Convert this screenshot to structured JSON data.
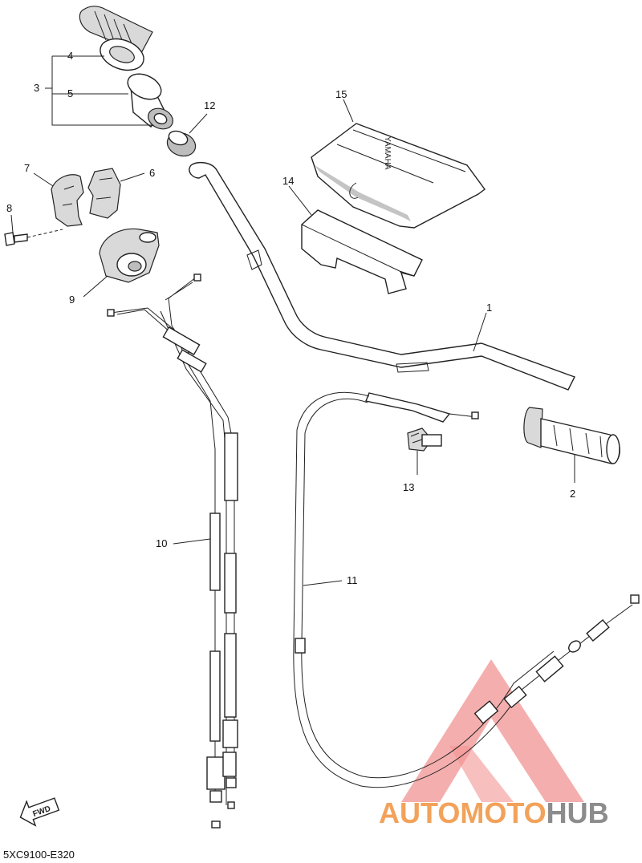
{
  "diagram_code": "5XC9100-E320",
  "fwd_label": "FWD",
  "parts": {
    "p1": "1",
    "p2": "2",
    "p3": "3",
    "p4": "4",
    "p5": "5",
    "p6": "6",
    "p7": "7",
    "p8": "8",
    "p9": "9",
    "p10": "10",
    "p11": "11",
    "p12": "12",
    "p13": "13",
    "p14": "14",
    "p15": "15"
  },
  "cover_brand": "YAMAHA",
  "watermark": {
    "text_a": "AUTOMOTO",
    "text_b": "HUB",
    "color_a": "#f2a25a",
    "color_b": "#8c8c8c",
    "triangle_color": "#f08080"
  }
}
